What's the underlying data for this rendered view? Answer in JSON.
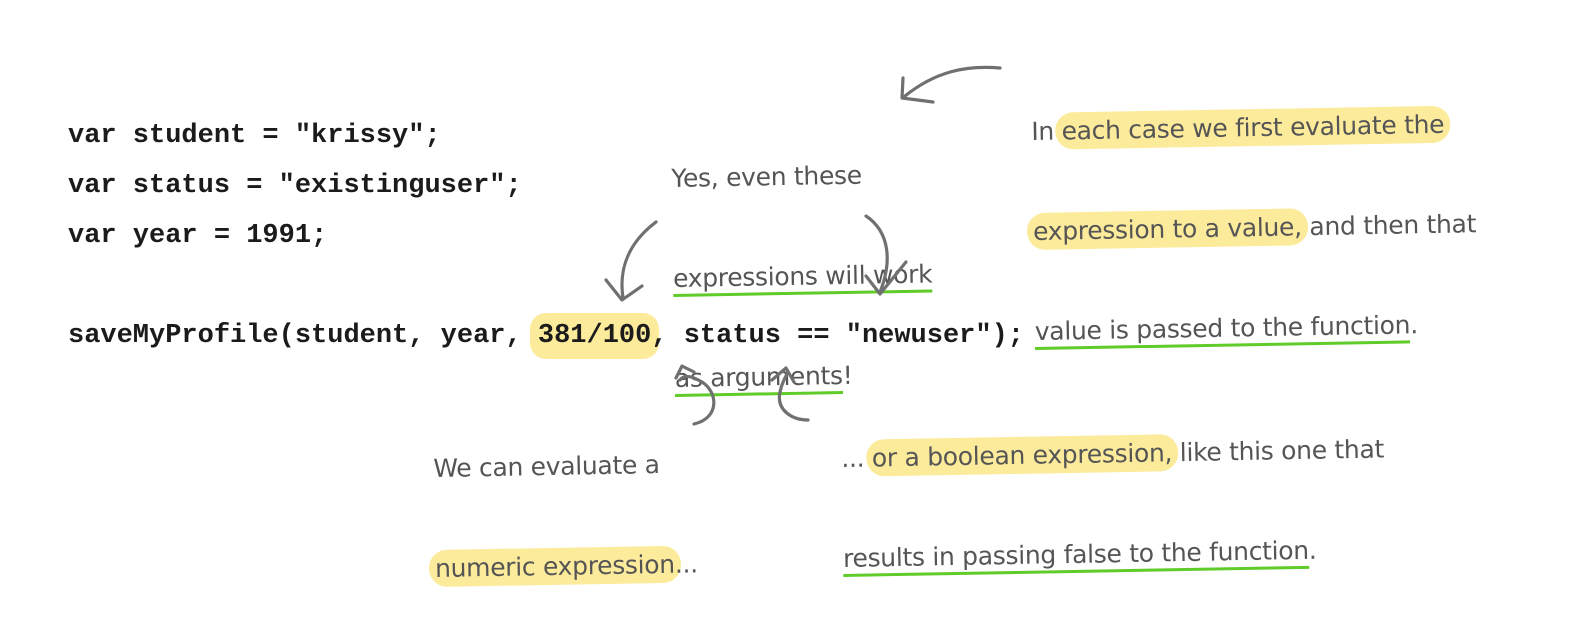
{
  "code": {
    "line1": "var student = \"krissy\";",
    "line2": "var status = \"existinguser\";",
    "line3": "var year = 1991;",
    "call_prefix": "saveMyProfile(student, year, ",
    "call_numeric_expr": "381/100",
    "call_suffix": ", status == \"newuser\");"
  },
  "notes": {
    "yes_even": {
      "line1": "Yes, even these",
      "line2": "expressions will work",
      "line3_a": "as arguments",
      "line3_b": "!"
    },
    "each_case": {
      "line1_a": "In ",
      "line1_b": "each case we first evaluate the",
      "line2_a": "expression to a value,",
      "line2_b": " and then that",
      "line3_a": "value is passed to the function",
      "line3_b": "."
    },
    "numeric": {
      "line1": "We can evaluate a",
      "line2": "numeric expression",
      "line2_tail": "..."
    },
    "boolean": {
      "line1_a": "... ",
      "line1_b": "or a boolean expression,",
      "line1_c": " like this one that",
      "line2_a": "results in passing false to the function",
      "line2_b": "."
    }
  },
  "colors": {
    "highlight": "#fdeb9c",
    "underline": "#5fcc2a",
    "ink": "#555555",
    "code": "#1b1b1b"
  }
}
